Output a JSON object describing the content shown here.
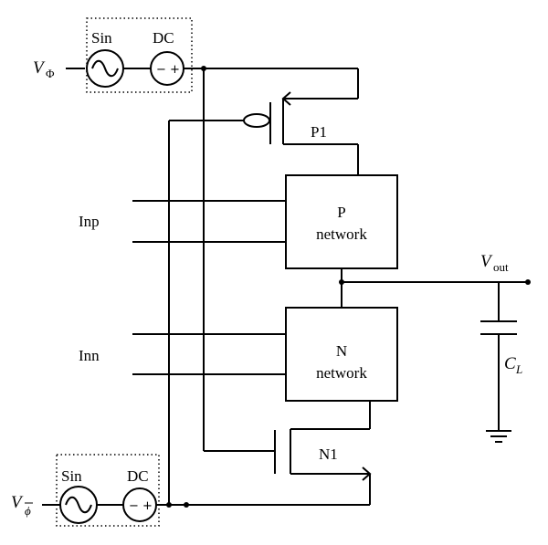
{
  "sources": {
    "top": {
      "sin_label": "Sin",
      "dc_label": "DC",
      "dc_minus": "−",
      "dc_plus": "+",
      "input_label_main": "V",
      "input_label_sub": "Φ"
    },
    "bottom": {
      "sin_label": "Sin",
      "dc_label": "DC",
      "dc_minus": "−",
      "dc_plus": "+",
      "input_label_main": "V",
      "input_label_sub": "ϕ"
    }
  },
  "transistors": {
    "p1_label": "P1",
    "n1_label": "N1"
  },
  "networks": {
    "p_network_line1": "P",
    "p_network_line2": "network",
    "n_network_line1": "N",
    "n_network_line2": "network"
  },
  "inputs": {
    "inp_label": "Inp",
    "inn_label": "Inn"
  },
  "output": {
    "vout_main": "V",
    "vout_sub": "out",
    "cap_main": "C",
    "cap_sub": "L"
  }
}
